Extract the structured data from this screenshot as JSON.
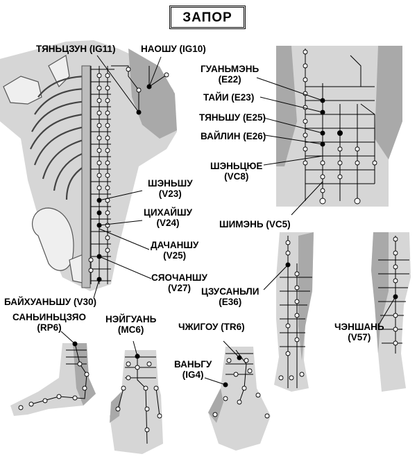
{
  "title": "ЗАПОР",
  "labels": {
    "ig11": "ТЯНЬЦЗУН (IG11)",
    "ig10": "НАОШУ (IG10)",
    "e22_name": "ГУАНЬМЭНЬ",
    "e22_code": "(E22)",
    "e23": "ТАЙИ (E23)",
    "e25": "ТЯНЬШУ (E25)",
    "e26": "ВАЙЛИН (E26)",
    "vc8_name": "ШЭНЬЦЮЕ",
    "vc8_code": "(VC8)",
    "v23_name": "ШЭНЬШУ",
    "v23_code": "(V23)",
    "v24_name": "ЦИХАЙШУ",
    "v24_code": "(V24)",
    "v25_name": "ДАЧАНШУ",
    "v25_code": "(V25)",
    "v27_name": "СЯОЧАНШУ",
    "v27_code": "(V27)",
    "vc5": "ШИМЭНЬ (VC5)",
    "v30": "БАЙХУАНЬШУ (V30)",
    "e36_name": "ЦЗУСАНЬЛИ",
    "e36_code": "(E36)",
    "rp6_name": "САНЬИНЬЦЗЯО",
    "rp6_code": "(RP6)",
    "mc6_name": "НЭЙГУАНЬ",
    "mc6_code": "(MC6)",
    "tr6": "ЧЖИГОУ (TR6)",
    "ig4_name": "ВАНЬГУ",
    "ig4_code": "(IG4)",
    "v57_name": "ЧЭНШАНЬ",
    "v57_code": "(V57)"
  }
}
